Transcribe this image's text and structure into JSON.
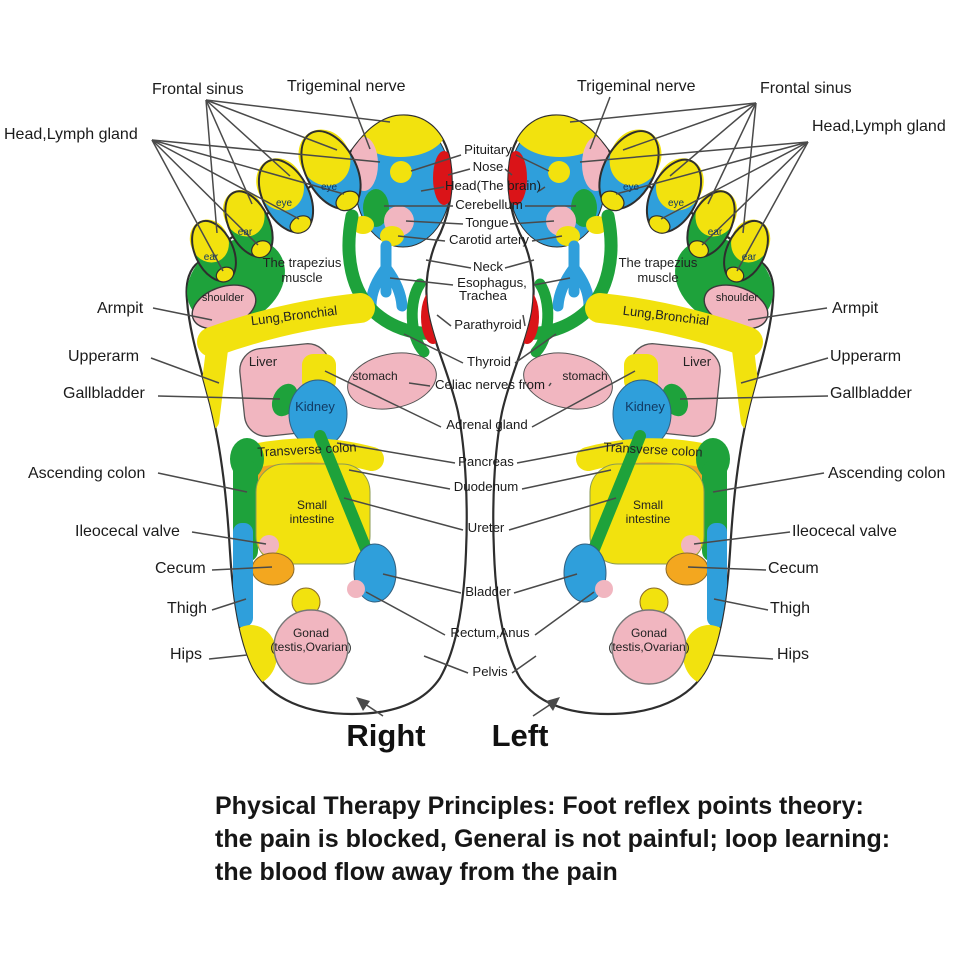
{
  "side_labels": {
    "frontal_sinus": "Frontal sinus",
    "trigeminal_nerve": "Trigeminal nerve",
    "head_lymph_gland": "Head,Lymph gland",
    "armpit": "Armpit",
    "upperarm": "Upperarm",
    "gallbladder": "Gallbladder",
    "ascending_colon": "Ascending colon",
    "ileocecal_valve": "Ileocecal valve",
    "cecum": "Cecum",
    "thigh": "Thigh",
    "hips": "Hips"
  },
  "center_labels": {
    "pituitary": "Pituitary",
    "nose": "Nose",
    "head_brain": "Head(The brain)",
    "cerebellum": "Cerebellum",
    "tongue": "Tongue",
    "carotid_artery": "Carotid artery",
    "neck": "Neck",
    "esophagus": "Esophagus,",
    "trachea": "Trachea",
    "parathyroid": "Parathyroid",
    "thyroid": "Thyroid",
    "celiac_nerves": "Celiac nerves from",
    "adrenal_gland": "Adrenal gland",
    "pancreas": "Pancreas",
    "duodenum": "Duodenum",
    "ureter": "Ureter",
    "bladder": "Bladder",
    "rectum_anus": "Rectum,Anus",
    "pelvis": "Pelvis"
  },
  "internal_labels": {
    "eye": "eye",
    "ear": "ear",
    "shoulder": "shoulder",
    "trapezius_line1": "The trapezius",
    "trapezius_line2": "muscle",
    "lung_bronchial": "Lung,Bronchial",
    "liver": "Liver",
    "stomach": "stomach",
    "kidney": "Kidney",
    "transverse_colon": "Transverse colon",
    "small_intestine_line1": "Small",
    "small_intestine_line2": "intestine",
    "gonad_line1": "Gonad",
    "gonad_line2": "(testis,Ovarian)"
  },
  "foot_names": {
    "right_foot": "Right",
    "left_foot": "Left"
  },
  "caption_lines": [
    "Physical Therapy Principles: Foot reflex points theory:",
    "the pain is blocked, General is not painful; loop learning:",
    "the blood flow away from the pain"
  ],
  "colors": {
    "yellow": "#f2e20e",
    "blue": "#2f9fdb",
    "green": "#1ea23b",
    "pink": "#f1b6c0",
    "red": "#da1418",
    "orange": "#f3a71f",
    "outline": "#2e2e2e",
    "connector": "#4a4a4a",
    "text": "#1b1b1b"
  }
}
